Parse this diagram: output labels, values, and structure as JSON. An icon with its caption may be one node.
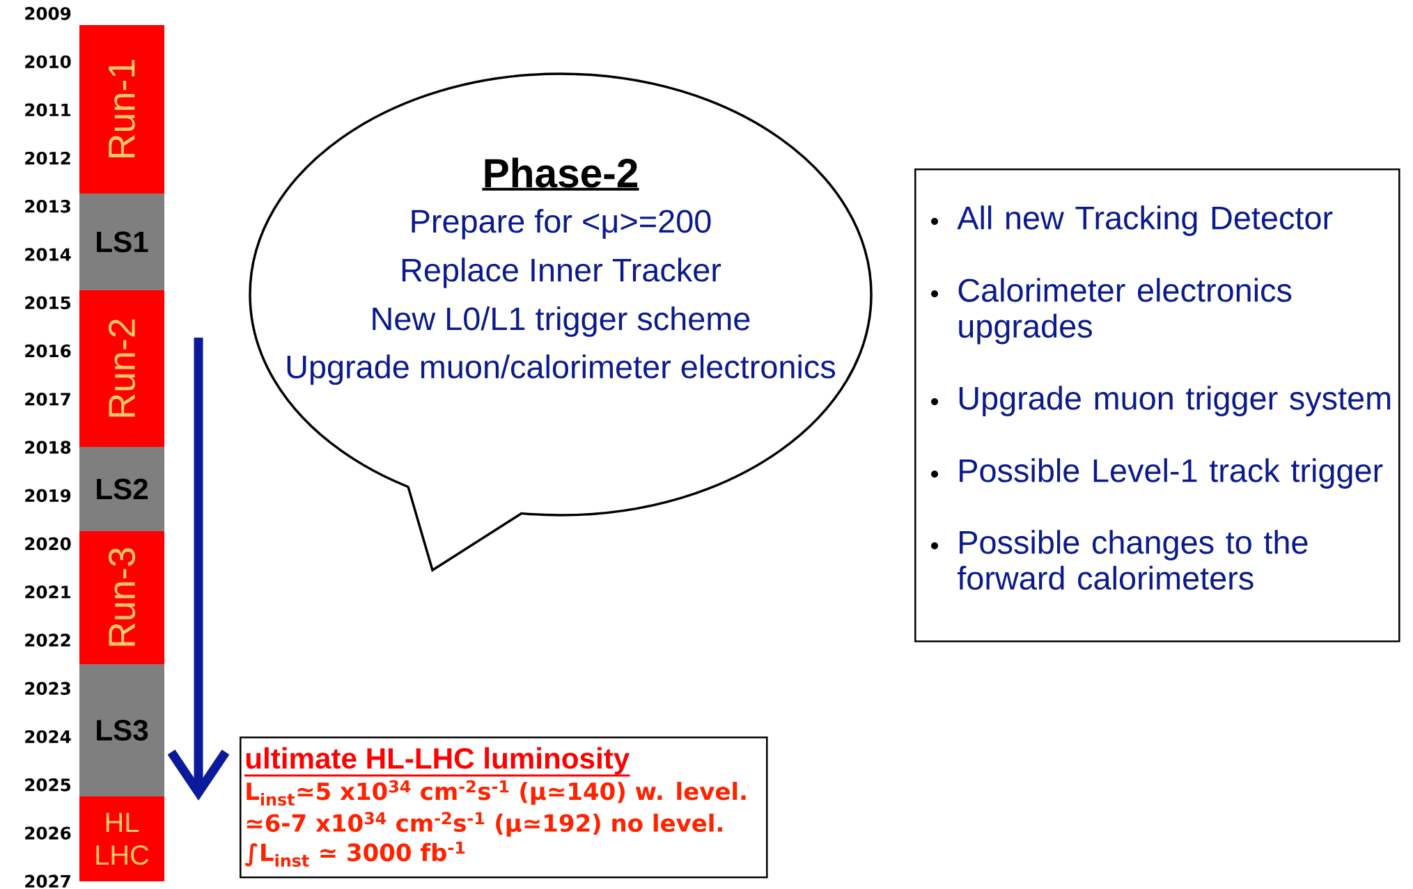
{
  "diagram": {
    "nodes": [
      {
        "text": [
          "Run-1"
        ]
      },
      {
        "text": [
          "LS1"
        ]
      },
      {
        "text": [
          "Run-2"
        ]
      },
      {
        "text": [
          "LS2"
        ]
      },
      {
        "text": [
          "Run-3"
        ]
      },
      {
        "text": [
          "LS3"
        ]
      },
      {
        "text": [
          "HL LHC"
        ]
      },
      {
        "text": [
          "Phase-2",
          "Prepare for <μ>=200",
          "Replace Inner Tracker",
          "New L0/L1 trigger scheme",
          "Upgrade muon/calorimeter electronics"
        ]
      },
      {
        "text": [
          "All new Tracking Detector",
          "Calorimeter electronics upgrades",
          "Upgrade muon trigger system",
          "Possible Level-1 track trigger",
          "Possible changes to the forward calorimeters"
        ]
      },
      {
        "text": [
          "ultimate HL-LHC luminosity",
          "L$_{inst}$≃5 x10$^{34}$ cm$^{-2}$s$^{-1}$ (μ≃140) w. level.",
          "≃6-7 x10$^{34}$ cm$^{-2}$s$^{-1}$ (μ≃192) no level.",
          "∫L$_{inst}$ ≃ 3000 fb$^{-1}$"
        ]
      }
    ],
    "labels": [
      "2009",
      "2010",
      "2011",
      "2012",
      "2013",
      "2014",
      "2015",
      "2016",
      "2017",
      "2018",
      "2019",
      "2020",
      "2021",
      "2022",
      "2023",
      "2024",
      "2025",
      "2026",
      "2027"
    ]
  }
}
